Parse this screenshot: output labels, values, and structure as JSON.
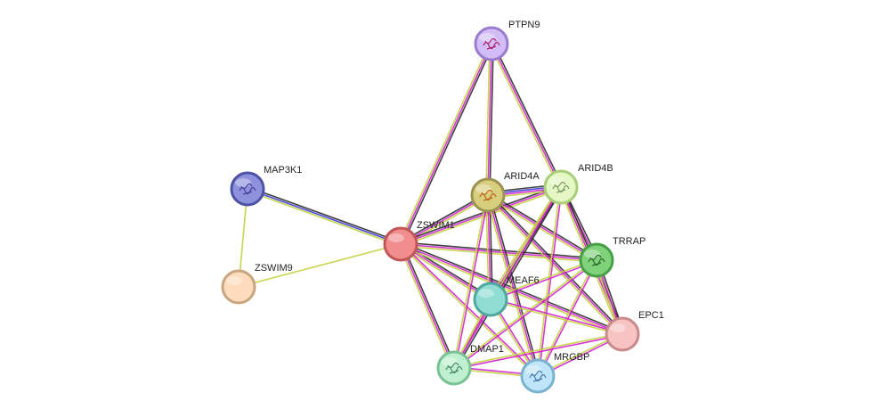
{
  "graph": {
    "nodes": [
      {
        "id": "PTPN9",
        "label": "PTPN9",
        "fill": "#d2bdf6",
        "stroke": "#9a7bd0",
        "structure": true,
        "motif": "#b0206a"
      },
      {
        "id": "ARID4A",
        "label": "ARID4A",
        "fill": "#d8cf7e",
        "stroke": "#9c9350",
        "structure": true,
        "motif": "#c0601a"
      },
      {
        "id": "ARID4B",
        "label": "ARID4B",
        "fill": "#e4f7c4",
        "stroke": "#a8cf78",
        "structure": true,
        "motif": "#7a9a60"
      },
      {
        "id": "MAP3K1",
        "label": "MAP3K1",
        "fill": "#8e92dc",
        "stroke": "#4d52a6",
        "structure": true,
        "motif": "#4a3fa0"
      },
      {
        "id": "ZSWIM1",
        "label": "ZSWIM1",
        "fill": "#f28d8d",
        "stroke": "#c25656",
        "structure": false
      },
      {
        "id": "TRRAP",
        "label": "TRRAP",
        "fill": "#7fd17a",
        "stroke": "#46a043",
        "structure": true,
        "motif": "#2f6a2c"
      },
      {
        "id": "ZSWIM9",
        "label": "ZSWIM9",
        "fill": "#fddcbd",
        "stroke": "#c8a67f",
        "structure": false
      },
      {
        "id": "MEAF6",
        "label": "MEAF6",
        "fill": "#90ddd4",
        "stroke": "#4fa89d",
        "structure": false
      },
      {
        "id": "EPC1",
        "label": "EPC1",
        "fill": "#f6c2c2",
        "stroke": "#c88a8a",
        "structure": false
      },
      {
        "id": "DMAP1",
        "label": "DMAP1",
        "fill": "#bff0d0",
        "stroke": "#78c293",
        "structure": true,
        "motif": "#4c8a66"
      },
      {
        "id": "MRGBP",
        "label": "MRGBP",
        "fill": "#bfe6f8",
        "stroke": "#7ab2d0",
        "structure": true,
        "motif": "#4a78b0"
      }
    ],
    "edges": [
      {
        "source": "PTPN9",
        "target": "ZSWIM1",
        "types": [
          "black",
          "magenta",
          "yellow"
        ]
      },
      {
        "source": "PTPN9",
        "target": "ARID4A",
        "types": [
          "black",
          "magenta",
          "yellow"
        ]
      },
      {
        "source": "PTPN9",
        "target": "ARID4B",
        "types": [
          "black",
          "magenta",
          "yellow"
        ]
      },
      {
        "source": "MAP3K1",
        "target": "ZSWIM1",
        "types": [
          "black",
          "blue",
          "yellow"
        ]
      },
      {
        "source": "MAP3K1",
        "target": "ZSWIM9",
        "types": [
          "yellow"
        ]
      },
      {
        "source": "ZSWIM9",
        "target": "ZSWIM1",
        "types": [
          "yellow"
        ]
      },
      {
        "source": "ZSWIM1",
        "target": "ARID4A",
        "types": [
          "black",
          "magenta",
          "yellow"
        ]
      },
      {
        "source": "ZSWIM1",
        "target": "ARID4B",
        "types": [
          "black",
          "magenta",
          "yellow"
        ]
      },
      {
        "source": "ZSWIM1",
        "target": "TRRAP",
        "types": [
          "black",
          "magenta",
          "yellow"
        ]
      },
      {
        "source": "ZSWIM1",
        "target": "MEAF6",
        "types": [
          "black",
          "magenta",
          "yellow"
        ]
      },
      {
        "source": "ZSWIM1",
        "target": "EPC1",
        "types": [
          "black",
          "magenta",
          "yellow"
        ]
      },
      {
        "source": "ZSWIM1",
        "target": "DMAP1",
        "types": [
          "black",
          "magenta",
          "yellow"
        ]
      },
      {
        "source": "ZSWIM1",
        "target": "MRGBP",
        "types": [
          "magenta",
          "yellow"
        ]
      },
      {
        "source": "ARID4A",
        "target": "ARID4B",
        "types": [
          "black",
          "blue",
          "magenta",
          "yellow"
        ]
      },
      {
        "source": "ARID4A",
        "target": "TRRAP",
        "types": [
          "black",
          "magenta",
          "yellow"
        ]
      },
      {
        "source": "ARID4A",
        "target": "MEAF6",
        "types": [
          "black",
          "magenta",
          "yellow"
        ]
      },
      {
        "source": "ARID4A",
        "target": "EPC1",
        "types": [
          "black",
          "magenta",
          "yellow"
        ]
      },
      {
        "source": "ARID4A",
        "target": "DMAP1",
        "types": [
          "magenta",
          "yellow"
        ]
      },
      {
        "source": "ARID4A",
        "target": "MRGBP",
        "types": [
          "black",
          "magenta",
          "yellow"
        ]
      },
      {
        "source": "ARID4B",
        "target": "TRRAP",
        "types": [
          "black",
          "magenta",
          "yellow"
        ]
      },
      {
        "source": "ARID4B",
        "target": "MEAF6",
        "types": [
          "black",
          "magenta",
          "yellow"
        ]
      },
      {
        "source": "ARID4B",
        "target": "EPC1",
        "types": [
          "black",
          "magenta",
          "yellow"
        ]
      },
      {
        "source": "ARID4B",
        "target": "DMAP1",
        "types": [
          "black",
          "magenta",
          "yellow"
        ]
      },
      {
        "source": "ARID4B",
        "target": "MRGBP",
        "types": [
          "magenta",
          "yellow"
        ]
      },
      {
        "source": "TRRAP",
        "target": "MEAF6",
        "types": [
          "magenta",
          "yellow"
        ]
      },
      {
        "source": "TRRAP",
        "target": "EPC1",
        "types": [
          "black",
          "magenta",
          "yellow"
        ]
      },
      {
        "source": "TRRAP",
        "target": "DMAP1",
        "types": [
          "magenta",
          "yellow"
        ]
      },
      {
        "source": "TRRAP",
        "target": "MRGBP",
        "types": [
          "magenta",
          "yellow"
        ]
      },
      {
        "source": "MEAF6",
        "target": "EPC1",
        "types": [
          "magenta",
          "yellow"
        ]
      },
      {
        "source": "MEAF6",
        "target": "DMAP1",
        "types": [
          "magenta",
          "yellow"
        ]
      },
      {
        "source": "MEAF6",
        "target": "MRGBP",
        "types": [
          "magenta",
          "yellow"
        ]
      },
      {
        "source": "EPC1",
        "target": "DMAP1",
        "types": [
          "magenta",
          "yellow"
        ]
      },
      {
        "source": "EPC1",
        "target": "MRGBP",
        "types": [
          "magenta",
          "yellow"
        ]
      },
      {
        "source": "DMAP1",
        "target": "MRGBP",
        "types": [
          "magenta",
          "yellow"
        ]
      }
    ],
    "edge_colors": {
      "black": "#2b2b2b",
      "blue": "#3a3ad8",
      "magenta": "#d21ed2",
      "yellow": "#c2d23a"
    }
  }
}
